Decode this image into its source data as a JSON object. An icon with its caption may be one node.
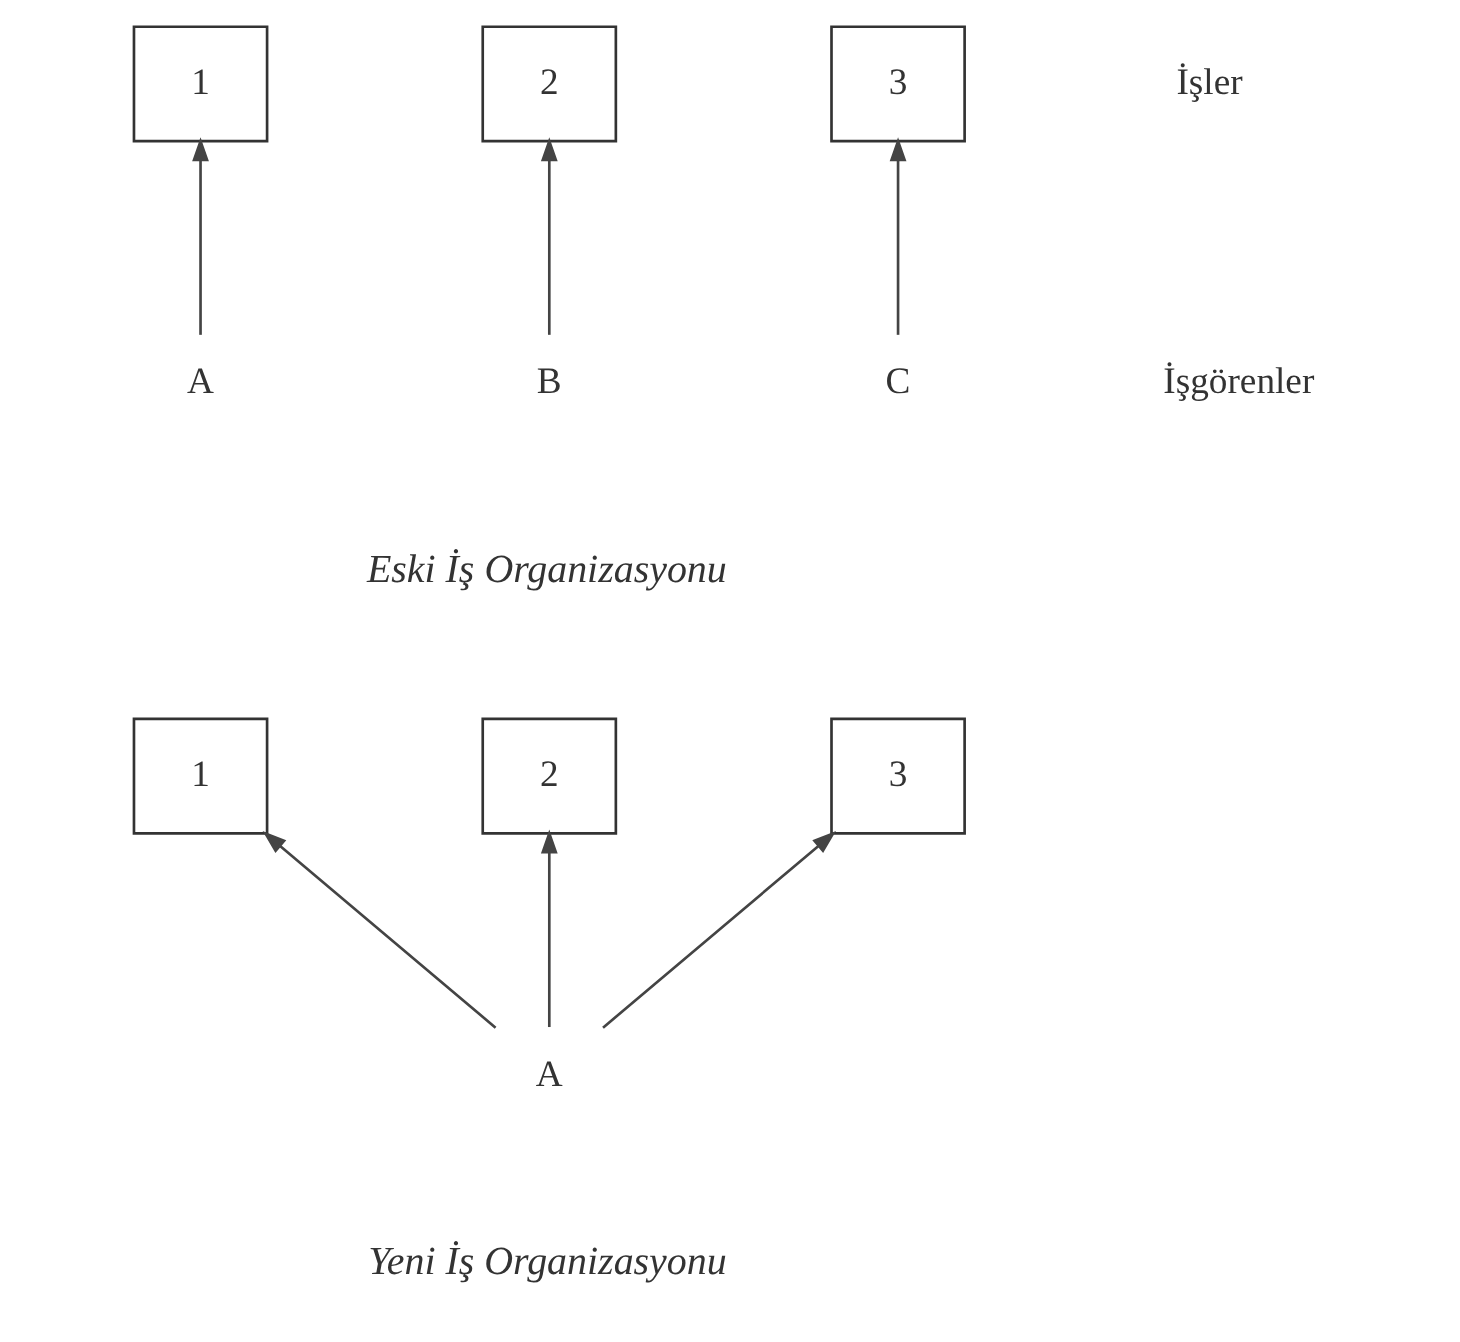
{
  "diagram": {
    "nodes": [
      {
        "text": [
          "1"
        ]
      },
      {
        "text": [
          "2"
        ]
      },
      {
        "text": [
          "3"
        ]
      },
      {
        "text": [
          "A"
        ]
      },
      {
        "text": [
          "B"
        ]
      },
      {
        "text": [
          "C"
        ]
      },
      {
        "text": [
          "1"
        ]
      },
      {
        "text": [
          "2"
        ]
      },
      {
        "text": [
          "3"
        ]
      },
      {
        "text": [
          "A"
        ]
      }
    ],
    "edges": [
      {
        "from": 3,
        "to": 0,
        "arrow": "to"
      },
      {
        "from": 4,
        "to": 1,
        "arrow": "to"
      },
      {
        "from": 5,
        "to": 2,
        "arrow": "to"
      },
      {
        "from": 9,
        "to": 6,
        "arrow": "to"
      },
      {
        "from": 9,
        "to": 7,
        "arrow": "to"
      },
      {
        "from": 9,
        "to": 8,
        "arrow": "to"
      }
    ],
    "labels": [
      "İşler",
      "İşgörenler",
      "Eski İş Organizasyonu",
      "Yeni İş Organizasyonu"
    ]
  }
}
